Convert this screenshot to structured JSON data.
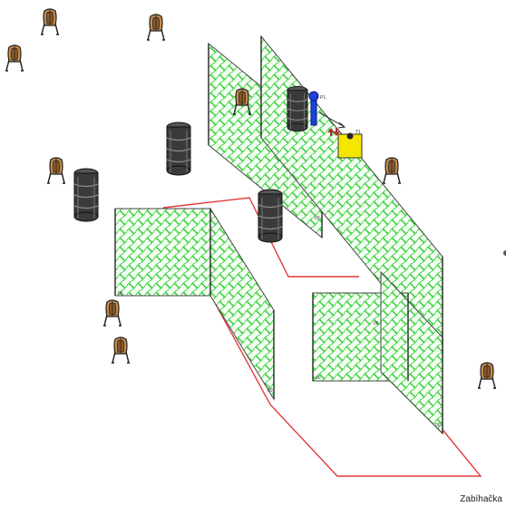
{
  "caption": "Zabíhačka",
  "labels": {
    "panel_tag": "00",
    "pole_label": "P1",
    "box_label": "T1"
  },
  "colors": {
    "mesh": "#3fcf3f",
    "mesh_bg": "#eaffea",
    "path": "#e23b3b",
    "barrel": "#3a3a3a",
    "target_face": "#c68a4d",
    "pole": "#1f3fd8",
    "box": "#f5e600",
    "frame": "#555555"
  },
  "icons": {
    "target": "steel-target-icon",
    "barrel": "barrel-icon",
    "pole": "blue-pole-icon",
    "box": "yellow-box-icon",
    "arrows": "swap-arrows-icon"
  }
}
